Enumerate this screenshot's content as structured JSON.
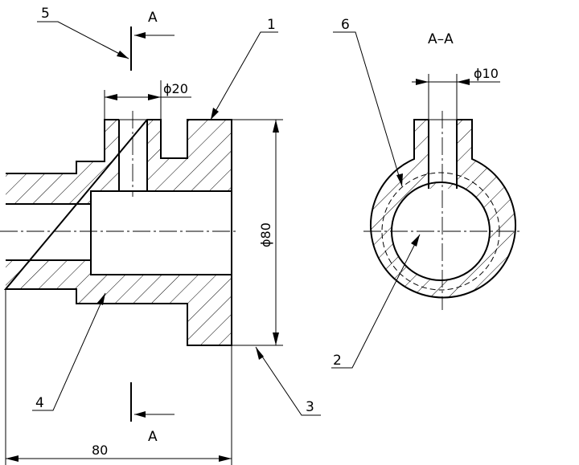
{
  "section_marks": {
    "top": "A",
    "bottom": "A",
    "view_title": "A–A"
  },
  "callouts": [
    "1",
    "2",
    "3",
    "4",
    "5",
    "6"
  ],
  "dimensions": {
    "hole_dia": "ϕ20",
    "flange_dia": "ϕ80",
    "length": "80",
    "slot_hole_dia": "ϕ10"
  }
}
